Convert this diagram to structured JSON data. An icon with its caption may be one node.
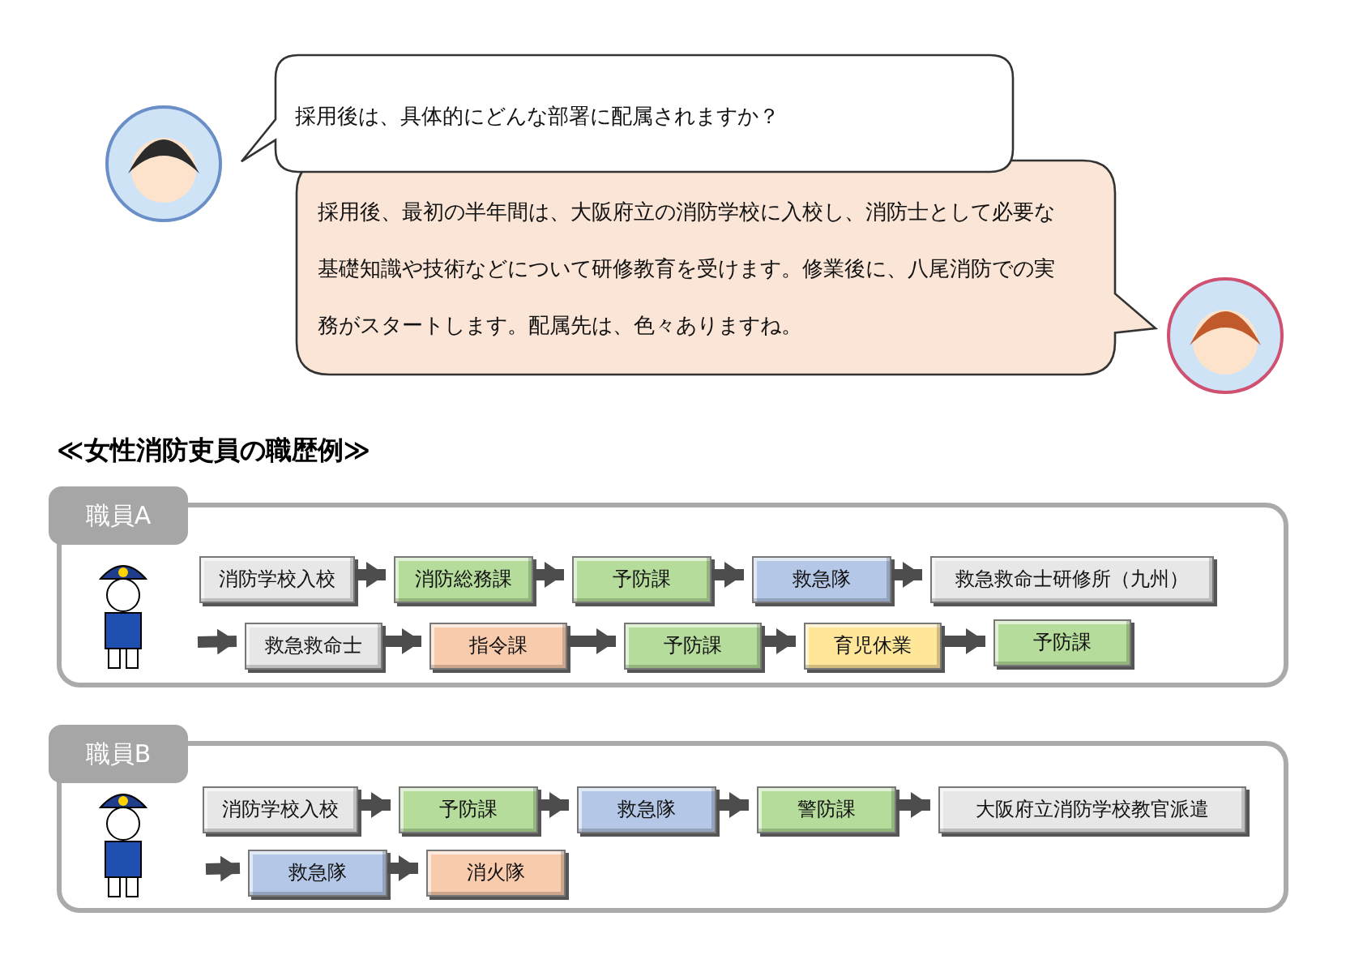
{
  "diagram": {
    "title": "≪女性消防吏員の職歴例≫",
    "nodes": [
      {
        "text": [
          "採用後は、具体的にどんな部署に配属されますか？"
        ]
      },
      {
        "text": [
          "採用後、最初の半年間は、大阪府立の消防学校に入校し、消防士として必要な基礎知識や技術などについて研修教育を受けます。修業後に、八尾消防での実務がスタートします。配属先は、色々ありますね。"
        ]
      },
      {
        "text": [
          "職員A"
        ]
      },
      {
        "text": [
          "消防学校入校"
        ],
        "in": 2
      },
      {
        "text": [
          "消防総務課"
        ],
        "in": 2
      },
      {
        "text": [
          "予防課"
        ],
        "in": 2
      },
      {
        "text": [
          "救急隊"
        ],
        "in": 2
      },
      {
        "text": [
          "救急救命士研修所（九州）"
        ],
        "in": 2
      },
      {
        "text": [
          "救急救命士"
        ],
        "in": 2
      },
      {
        "text": [
          "指令課"
        ],
        "in": 2
      },
      {
        "text": [
          "予防課"
        ],
        "in": 2
      },
      {
        "text": [
          "育児休業"
        ],
        "in": 2
      },
      {
        "text": [
          "予防課"
        ],
        "in": 2
      },
      {
        "text": [
          "職員B"
        ]
      },
      {
        "text": [
          "消防学校入校"
        ],
        "in": 13
      },
      {
        "text": [
          "予防課"
        ],
        "in": 13
      },
      {
        "text": [
          "救急隊"
        ],
        "in": 13
      },
      {
        "text": [
          "警防課"
        ],
        "in": 13
      },
      {
        "text": [
          "大阪府立消防学校教官派遣"
        ],
        "in": 13
      },
      {
        "text": [
          "救急隊"
        ],
        "in": 13
      },
      {
        "text": [
          "消火隊"
        ],
        "in": 13
      }
    ],
    "edges": [
      {
        "from": 3,
        "to": 4,
        "arrow": "to"
      },
      {
        "from": 4,
        "to": 5,
        "arrow": "to"
      },
      {
        "from": 5,
        "to": 6,
        "arrow": "to"
      },
      {
        "from": 6,
        "to": 7,
        "arrow": "to"
      },
      {
        "from": null,
        "to": 8,
        "arrow": "to"
      },
      {
        "from": 8,
        "to": 9,
        "arrow": "to"
      },
      {
        "from": 9,
        "to": 10,
        "arrow": "to"
      },
      {
        "from": 10,
        "to": 11,
        "arrow": "to"
      },
      {
        "from": 11,
        "to": 12,
        "arrow": "to"
      },
      {
        "from": 14,
        "to": 15,
        "arrow": "to"
      },
      {
        "from": 15,
        "to": 16,
        "arrow": "to"
      },
      {
        "from": 16,
        "to": 17,
        "arrow": "to"
      },
      {
        "from": 17,
        "to": 18,
        "arrow": "to"
      },
      {
        "from": null,
        "to": 19,
        "arrow": "to"
      },
      {
        "from": 19,
        "to": 20,
        "arrow": "to"
      }
    ]
  }
}
